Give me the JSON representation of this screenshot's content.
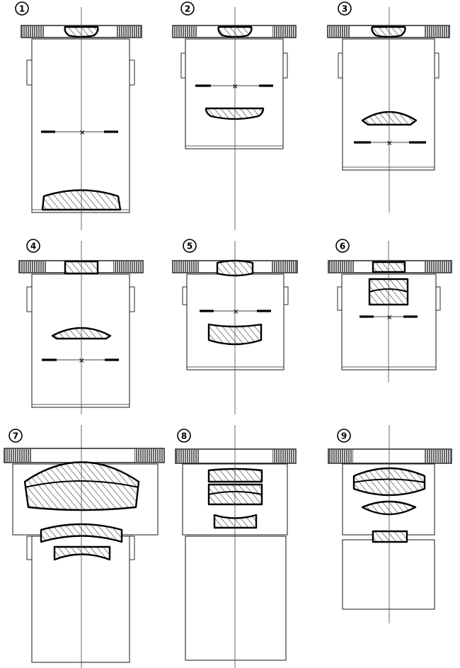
{
  "figure": {
    "background": "#ffffff",
    "line_color": "#000000"
  },
  "eyepieces": [
    {
      "id": "1",
      "label": "1",
      "lens_count": 2,
      "has_field_stop_marker": true
    },
    {
      "id": "2",
      "label": "2",
      "lens_count": 2,
      "has_field_stop_marker": true
    },
    {
      "id": "3",
      "label": "3",
      "lens_count": 2,
      "has_field_stop_marker": true
    },
    {
      "id": "4",
      "label": "4",
      "lens_count": 2,
      "has_field_stop_marker": true
    },
    {
      "id": "5",
      "label": "5",
      "lens_count": 2,
      "has_field_stop_marker": true
    },
    {
      "id": "6",
      "label": "6",
      "lens_count": 2,
      "has_field_stop_marker": true
    },
    {
      "id": "7",
      "label": "7",
      "lens_count": 3,
      "has_field_stop_marker": false
    },
    {
      "id": "8",
      "label": "8",
      "lens_count": 3,
      "has_field_stop_marker": false
    },
    {
      "id": "9",
      "label": "9",
      "lens_count": 3,
      "has_field_stop_marker": false
    }
  ]
}
